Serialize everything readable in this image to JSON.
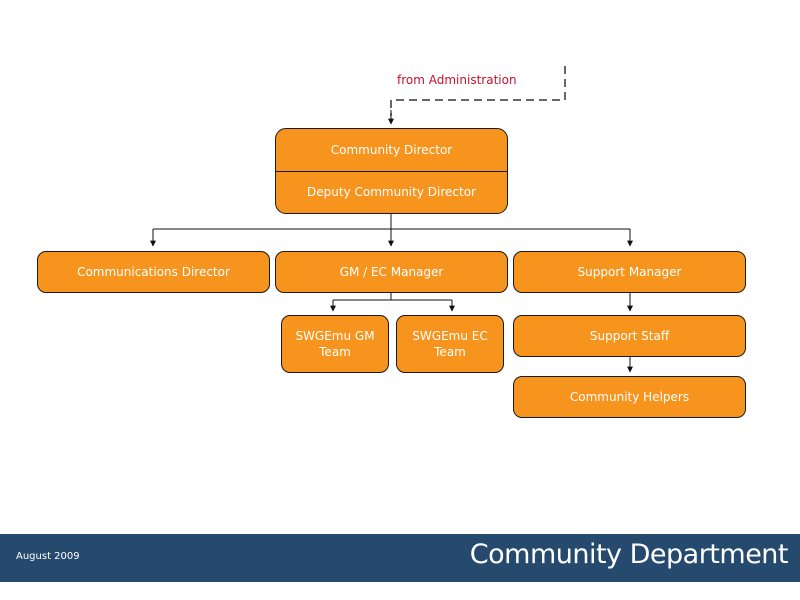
{
  "note": "from Administration",
  "top_box": {
    "title": "Community Director",
    "subtitle": "Deputy Community Director"
  },
  "level2": {
    "communications": "Communications Director",
    "gm_ec": "GM / EC Manager",
    "support": "Support Manager"
  },
  "teams": {
    "gm_team": "SWGEmu GM Team",
    "ec_team": "SWGEmu EC Team"
  },
  "support_chain": {
    "staff": "Support Staff",
    "helpers": "Community Helpers"
  },
  "footer": {
    "date": "August 2009",
    "title": "Community Department"
  },
  "colors": {
    "box_fill": "#f7941d",
    "footer_bg": "#264a6e",
    "note_text": "#c8102e"
  }
}
